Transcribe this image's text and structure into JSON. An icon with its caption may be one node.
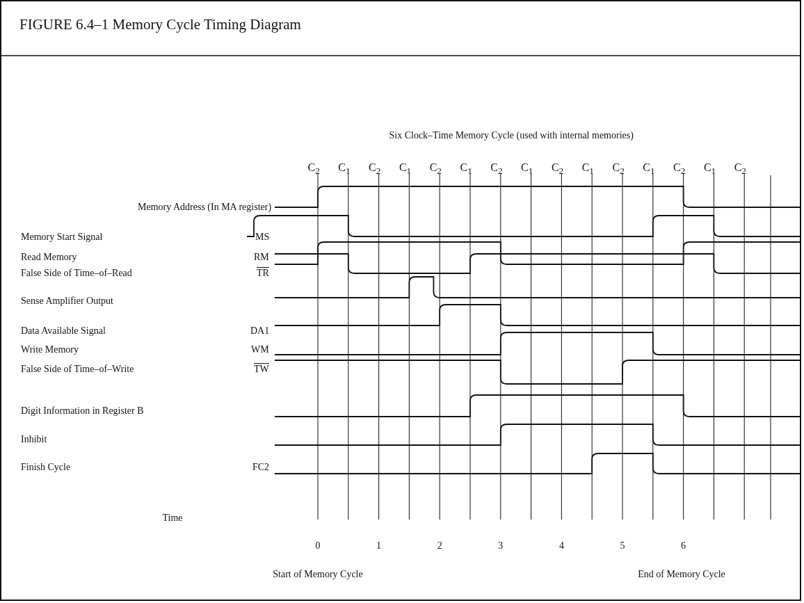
{
  "diagram": {
    "title": "FIGURE 6.4–1 Memory Cycle Timing Diagram",
    "labels": [
      "Six Clock–Time Memory Cycle (used with internal memories)",
      "C$_{2}$",
      "C$_{1}$",
      "C$_{2}$",
      "C$_{1}$",
      "C$_{2}$",
      "C$_{1}$",
      "C$_{2}$",
      "C$_{1}$",
      "C$_{2}$",
      "C$_{1}$",
      "C$_{2}$",
      "C$_{1}$",
      "C$_{2}$",
      "C$_{1}$",
      "C$_{2}$",
      "Memory Address (In MA register)",
      "Memory Start Signal",
      "MS",
      "Read Memory",
      "RM",
      "False Side of Time–of–Read",
      "TR",
      "Sense Amplifier Output",
      "Data Available Signal",
      "DA1",
      "Write Memory",
      "WM",
      "False Side of Time–of–Write",
      "TW",
      "Digit Information in Register B",
      "Inhibit",
      "Finish Cycle",
      "FC2",
      "Time",
      "0",
      "1",
      "2",
      "3",
      "4",
      "5",
      "6",
      "Start of Memory Cycle",
      "End of Memory Cycle"
    ]
  }
}
